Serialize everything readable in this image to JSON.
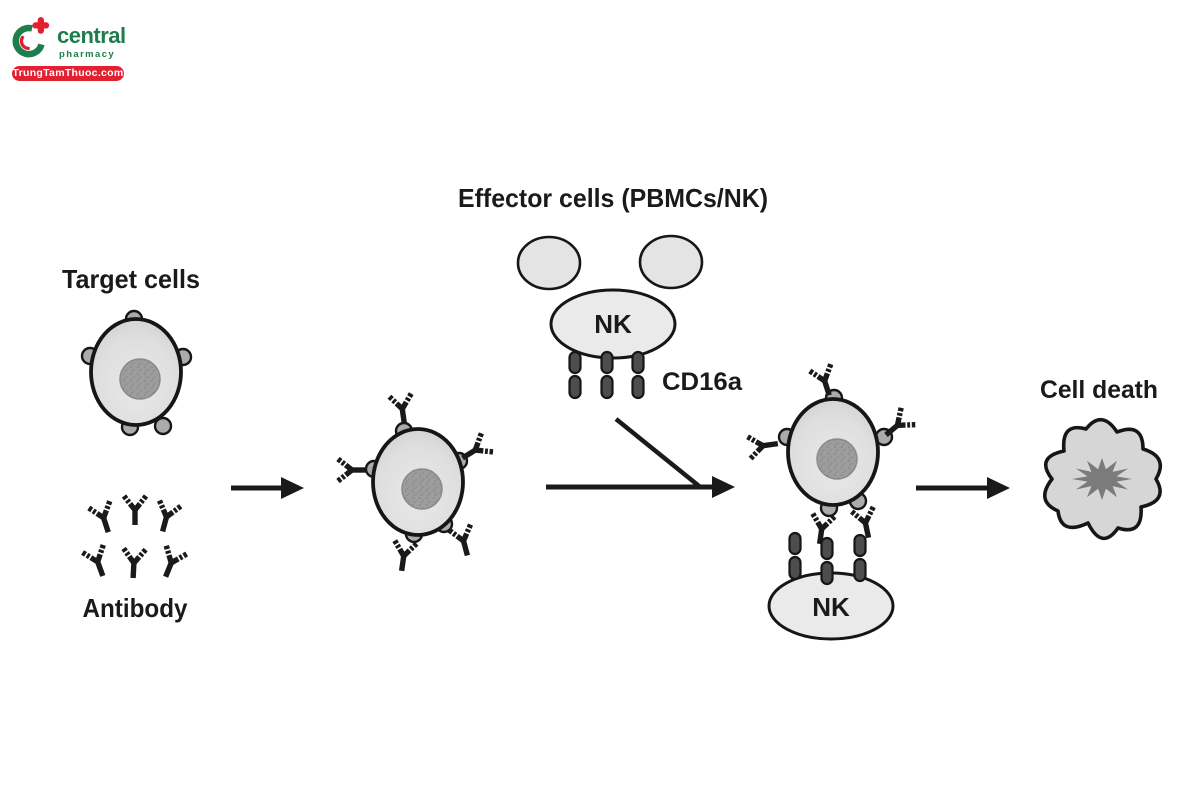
{
  "logo": {
    "brand": "central",
    "tagline": "pharmacy",
    "badge": "TrungTamThuoc.com",
    "colors": {
      "green": "#1d7d4c",
      "red": "#e2202f"
    }
  },
  "figure": {
    "labels": {
      "target_cells": "Target cells",
      "antibody": "Antibody",
      "effector_title": "Effector cells (PBMCs/NK)",
      "nk_effector": "NK",
      "cd16a": "CD16a",
      "nk_complex": "NK",
      "cell_death": "Cell death"
    },
    "colors": {
      "ink": "#1a1a1a",
      "cell_fill": "#dcdcdc",
      "cell_edge": "#ababab",
      "nucleus": "#9d9d9d",
      "nk_fill": "#eaeaea",
      "pbmc_fill": "#e4e4e4",
      "receptor_fill": "#4d4d4d",
      "antigen_fill": "#ababab",
      "dead_cell_fill": "#d6d6d6",
      "burst_fill": "#7b7b7b"
    }
  }
}
